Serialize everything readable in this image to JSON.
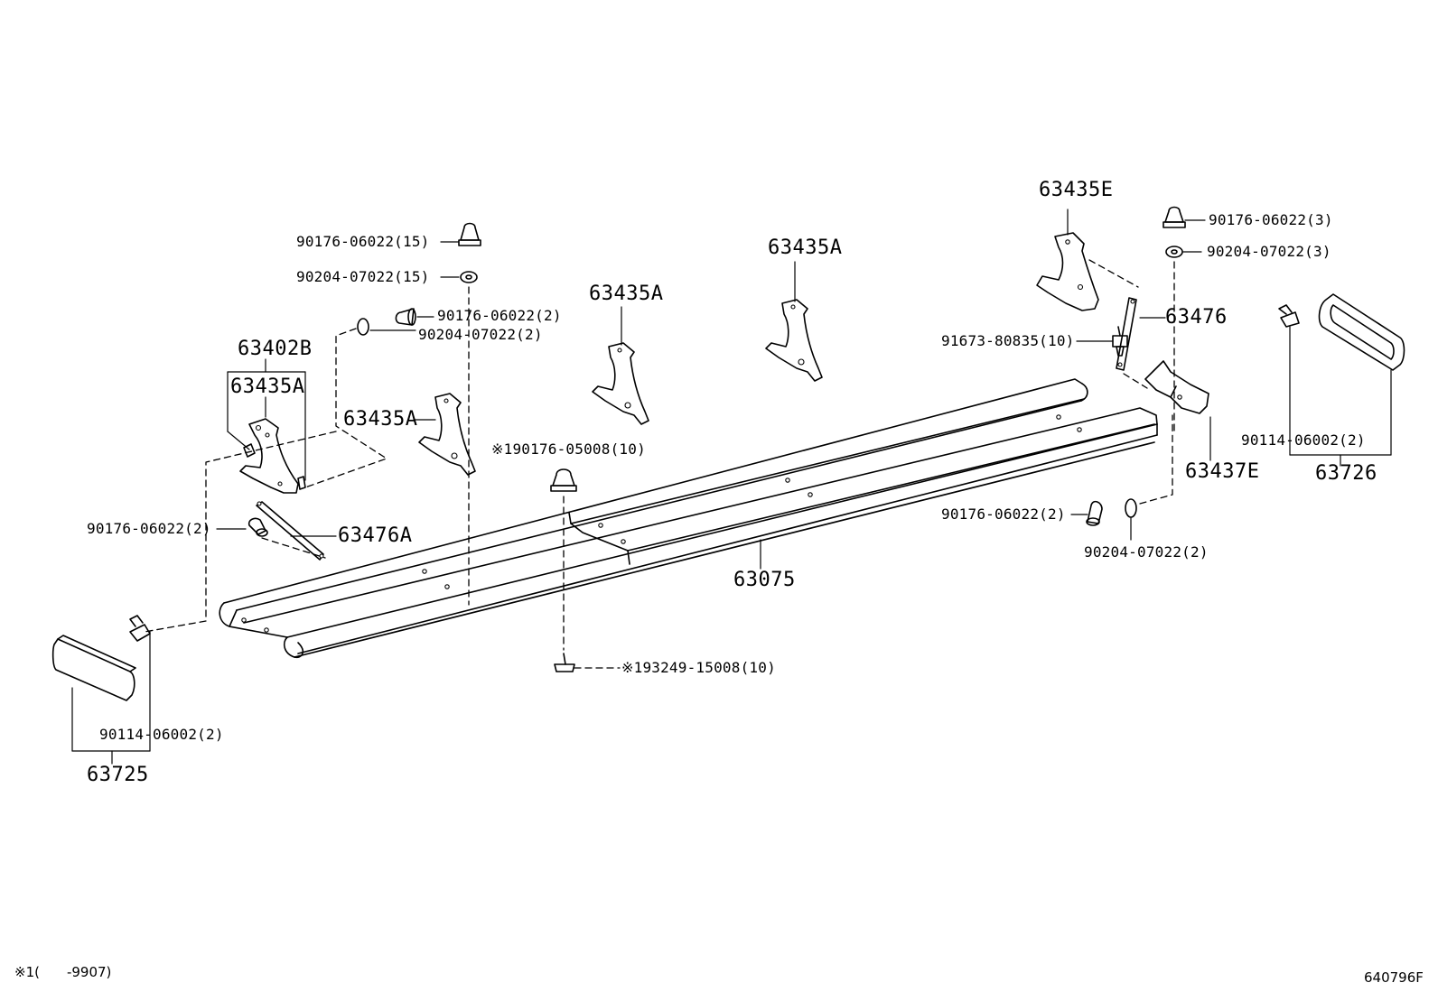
{
  "labels": {
    "p90176_15": "90176-06022(15)",
    "p90204_15": "90204-07022(15)",
    "p90176_2a": "90176-06022(2)",
    "p90204_2a": "90204-07022(2)",
    "p63402B": "63402B",
    "p63435A_1": "63435A",
    "p63435A_2": "63435A",
    "p63435A_3": "63435A",
    "p63435A_4": "63435A",
    "p90176_05008": "※190176-05008(10)",
    "p90176_2b": "90176-06022(2)",
    "p63476A": "63476A",
    "p63075": "63075",
    "p93249": "※193249-15008(10)",
    "p90114_left": "90114-06002(2)",
    "p63725": "63725",
    "p63435E": "63435E",
    "p90176_3": "90176-06022(3)",
    "p90204_3": "90204-07022(3)",
    "p63476": "63476",
    "p91673": "91673-80835(10)",
    "p63437E": "63437E",
    "p90176_2c": "90176-06022(2)",
    "p90204_2c": "90204-07022(2)",
    "p90114_right": "90114-06002(2)",
    "p63726": "63726"
  },
  "footer": {
    "note": "※1(　　-9907)",
    "code": "640796F"
  }
}
